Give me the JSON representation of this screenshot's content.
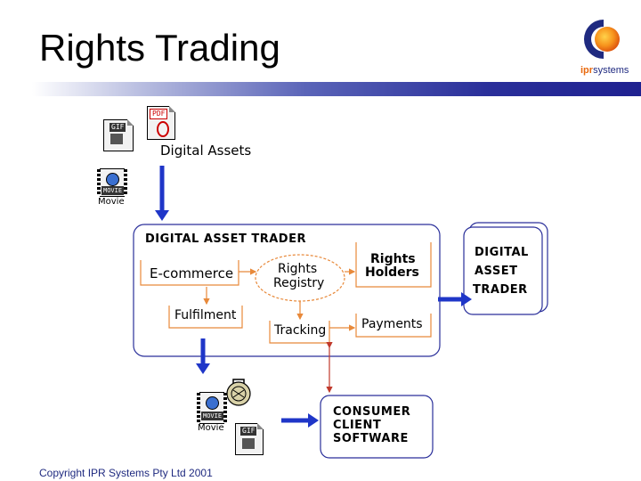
{
  "slide": {
    "title": "Rights Trading",
    "copyright": "Copyright IPR Systems Pty Ltd 2001"
  },
  "logo": {
    "text_ipr": "ipr",
    "text_systems": "systems"
  },
  "assets": {
    "label": "Digital Assets",
    "gif_tag": "GIF",
    "pdf_tag": "PDF",
    "movie_tag": "MOVIE",
    "movie_label": "Movie"
  },
  "trader": {
    "title": "DIGITAL ASSET TRADER",
    "ecommerce": "E-commerce",
    "rights_registry_line1": "Rights",
    "rights_registry_line2": "Registry",
    "rights_holders_line1": "Rights",
    "rights_holders_line2": "Holders",
    "fulfilment": "Fulfilment",
    "tracking": "Tracking",
    "payments": "Payments"
  },
  "external_trader": {
    "line1": "DIGITAL",
    "line2": "ASSET",
    "line3": "TRADER"
  },
  "consumer": {
    "line1": "CONSUMER",
    "line2": "CLIENT",
    "line3": "SOFTWARE"
  },
  "output_assets": {
    "gif_tag": "GIF",
    "movie_tag": "MOVIE",
    "movie_label": "Movie"
  },
  "colors": {
    "arrow_blue": "#1f36c8",
    "link_orange": "#e8893a",
    "link_red": "#c0392b",
    "box_border": "#2a2f9a"
  }
}
